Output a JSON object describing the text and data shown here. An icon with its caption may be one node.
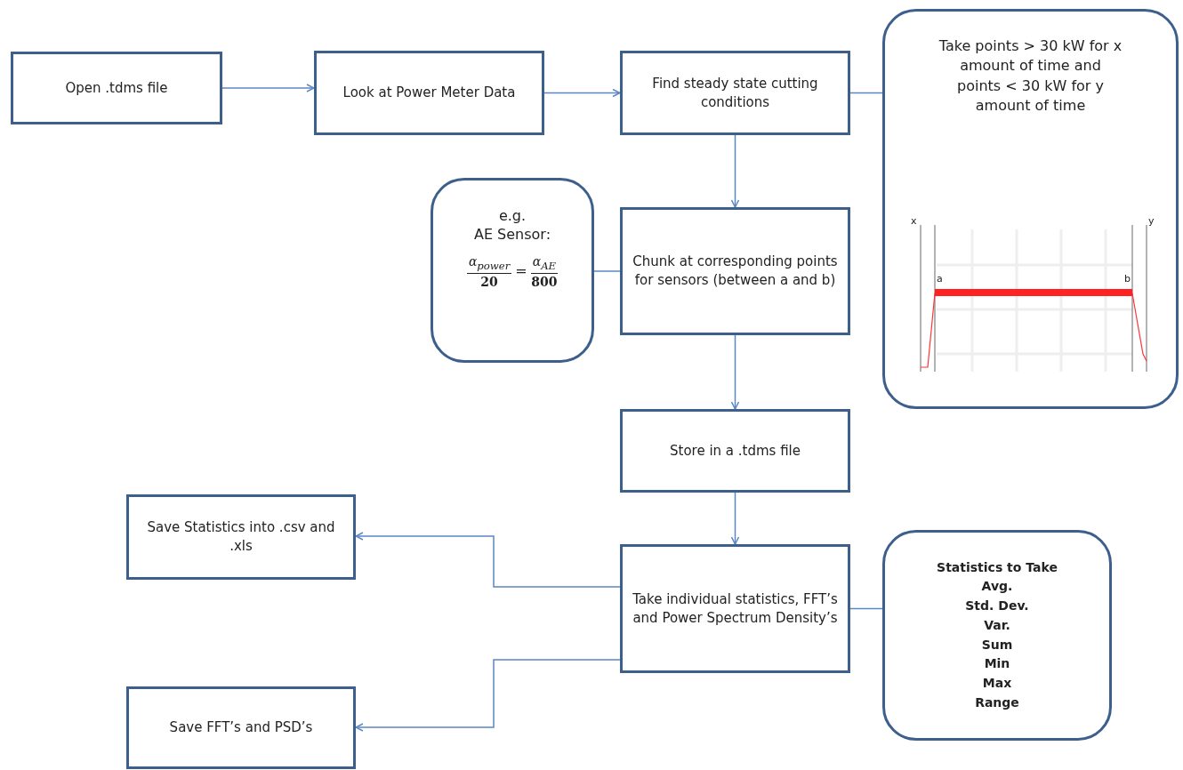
{
  "diagram": {
    "nodes": [
      {
        "text": [
          "Open .tdms file"
        ]
      },
      {
        "text": [
          "Look at Power Meter Data"
        ]
      },
      {
        "text": [
          "Find steady state cutting conditions"
        ]
      },
      {
        "text": [
          "Take points > 30 kW for x amount of time and points < 30 kW for y amount of time"
        ]
      },
      {
        "text": [
          "e.g.",
          "AE Sensor:",
          "α$_{power}$",
          "20",
          "=",
          "α$_{AE}$",
          "800"
        ]
      },
      {
        "text": [
          "Chunk at corresponding points for sensors (between a and b)"
        ]
      },
      {
        "text": [
          "Store in a .tdms file"
        ]
      },
      {
        "text": [
          "Save Statistics into .csv and .xls"
        ]
      },
      {
        "text": [
          "Take individual statistics, FFT’s and Power Spectrum Density’s"
        ]
      },
      {
        "text": [
          "Statistics to Take",
          "Avg.",
          "Std. Dev.",
          "Var.",
          "Sum",
          "Min",
          "Max",
          "Range"
        ]
      },
      {
        "text": [
          "Save FFT’s and PSD’s"
        ]
      },
      {
        "text": [],
        "shape": "picture",
        "in": 3
      }
    ],
    "edges": [
      {
        "from": 0,
        "to": 1,
        "arrow": "to"
      },
      {
        "from": 1,
        "to": 2,
        "arrow": "to"
      },
      {
        "from": 2,
        "to": 3,
        "arrow": "none"
      },
      {
        "from": 2,
        "to": 5,
        "arrow": "to"
      },
      {
        "from": 4,
        "to": 5,
        "arrow": "none"
      },
      {
        "from": 5,
        "to": 6,
        "arrow": "to"
      },
      {
        "from": 6,
        "to": 8,
        "arrow": "to"
      },
      {
        "from": 8,
        "to": 7,
        "arrow": "to"
      },
      {
        "from": 8,
        "to": 10,
        "arrow": "to"
      },
      {
        "from": 8,
        "to": 9,
        "arrow": "none"
      }
    ],
    "labels": [
      "x",
      "y",
      "a",
      "b"
    ]
  }
}
